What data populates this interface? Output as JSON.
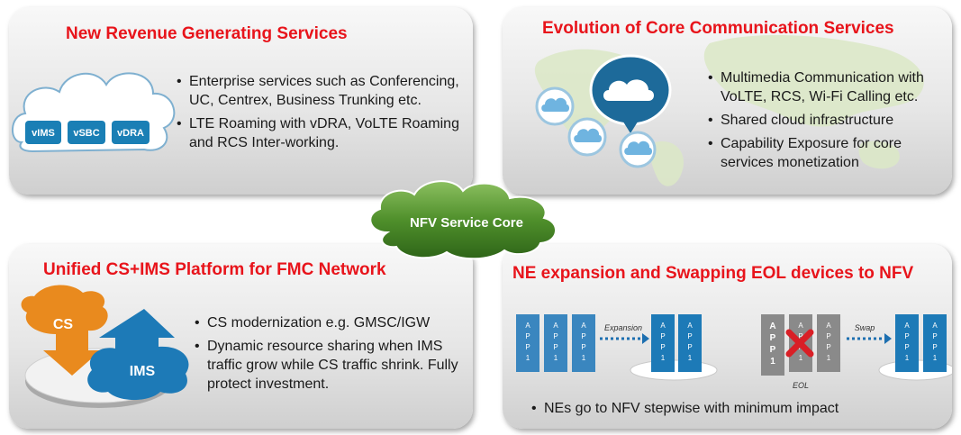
{
  "top_left": {
    "title": "New Revenue Generating Services",
    "cloud_modules": [
      "vIMS",
      "vSBC",
      "vDRA"
    ],
    "bullets": [
      "Enterprise services such as Conferencing, UC, Centrex, Business Trunking etc.",
      "LTE Roaming with vDRA, VoLTE Roaming and RCS Inter-working."
    ]
  },
  "top_right": {
    "title": "Evolution of Core Communication Services",
    "bullets": [
      "Multimedia Communication with VoLTE, RCS, Wi-Fi Calling etc.",
      "Shared cloud infrastructure",
      "Capability Exposure for core services monetization"
    ]
  },
  "center": {
    "label": "NFV Service Core"
  },
  "bottom_left": {
    "title": "Unified CS+IMS Platform for FMC Network",
    "cs_label": "CS",
    "ims_label": "IMS",
    "bullets": [
      "CS modernization e.g. GMSC/IGW",
      "Dynamic resource sharing when IMS traffic grow while CS traffic shrink. Fully protect investment."
    ]
  },
  "bottom_right": {
    "title": "NE expansion and Swapping EOL devices to NFV",
    "app_letters": [
      "A",
      "P",
      "P",
      "1"
    ],
    "expansion_label": "Expansion",
    "swap_label": "Swap",
    "eol_label": "EOL",
    "bullets": [
      "NEs go to NFV stepwise with minimum impact"
    ]
  },
  "colors": {
    "title_red": "#e8141b",
    "module_blue": "#1a7fb5",
    "cloud_green": "#4f8f2b",
    "cs_orange": "#e98a1e",
    "ims_blue": "#1d7ab7",
    "cross_red": "#d91f26"
  }
}
